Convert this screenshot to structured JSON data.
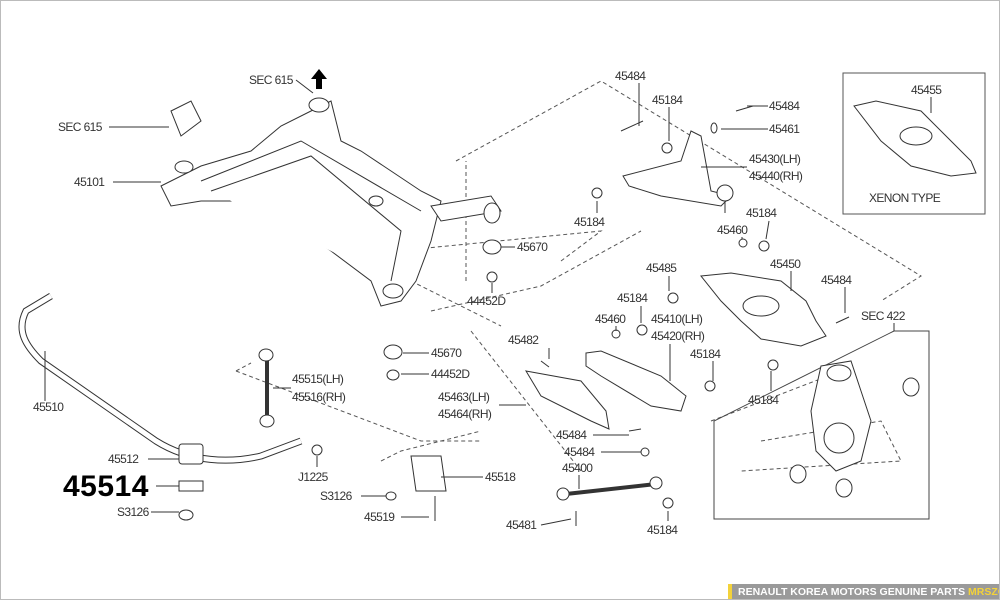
{
  "diagram": {
    "labels": {
      "sec615_top": "SEC 615",
      "sec615_left": "SEC 615",
      "p45101": "45101",
      "p45670_a": "45670",
      "p44452d_a": "44452D",
      "p45670_b": "45670",
      "p44452d_b": "44452D",
      "p45510": "45510",
      "p45515": "45515(LH)",
      "p45516": "45516(RH)",
      "p45512": "45512",
      "p45514": "45514",
      "s3126_a": "S3126",
      "j1225": "J1225",
      "s3126_b": "S3126",
      "p45519": "45519",
      "p45518": "45518",
      "p45482": "45482",
      "p45463": "45463(LH)",
      "p45464": "45464(RH)",
      "p45484_c": "45484",
      "p45484_d": "45484",
      "p45400": "45400",
      "p45481": "45481",
      "p45184_g": "45184",
      "p45484_a": "45484",
      "p45184_a": "45184",
      "p45484_b": "45484",
      "p45461": "45461",
      "p45430": "45430(LH)",
      "p45440": "45440(RH)",
      "p45184_b": "45184",
      "p45184_c": "45184",
      "p45460_a": "45460",
      "p45485": "45485",
      "p45450": "45450",
      "p45484_e": "45484",
      "p45184_d": "45184",
      "p45460_b": "45460",
      "p45410": "45410(LH)",
      "p45420": "45420(RH)",
      "p45184_e": "45184",
      "p45184_f": "45184",
      "sec422": "SEC 422",
      "p45455": "45455",
      "xenon": "XENON TYPE"
    },
    "highlighted_part": "45514"
  },
  "footer": {
    "text": "RENAULT KOREA MOTORS GENUINE PARTS",
    "brand": "MRSZONE",
    "accent_color": "#f3d23a"
  }
}
